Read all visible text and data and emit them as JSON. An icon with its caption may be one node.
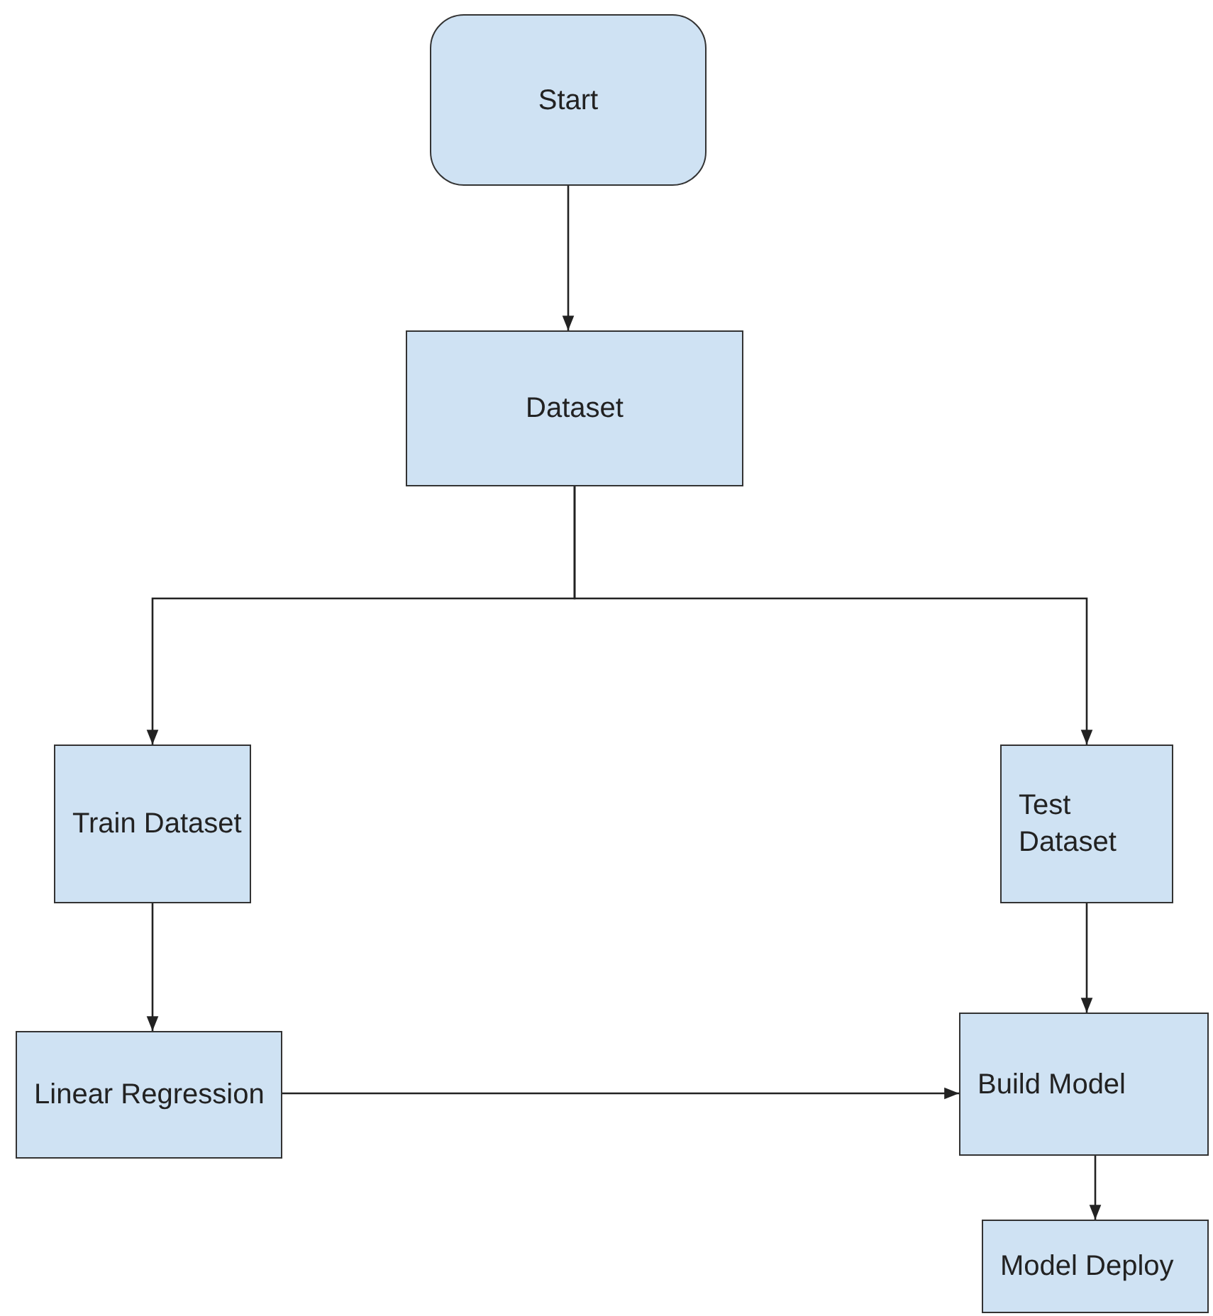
{
  "diagram": {
    "nodes": [
      {
        "text": [
          "Start"
        ]
      },
      {
        "text": [
          "Dataset"
        ]
      },
      {
        "text": [
          "Train Dataset"
        ]
      },
      {
        "text": [
          "Test Dataset"
        ]
      },
      {
        "text": [
          "Linear Regression"
        ]
      },
      {
        "text": [
          "Build Model"
        ]
      },
      {
        "text": [
          "Model Deploy"
        ]
      }
    ],
    "edges": [
      {
        "from": 0,
        "to": 1,
        "arrow": "to"
      },
      {
        "from": 1,
        "to": 2,
        "arrow": "to"
      },
      {
        "from": 1,
        "to": 3,
        "arrow": "to"
      },
      {
        "from": 2,
        "to": 4,
        "arrow": "to"
      },
      {
        "from": 3,
        "to": 5,
        "arrow": "to"
      },
      {
        "from": 4,
        "to": 5,
        "arrow": "to"
      },
      {
        "from": 5,
        "to": 6,
        "arrow": "to"
      }
    ]
  }
}
